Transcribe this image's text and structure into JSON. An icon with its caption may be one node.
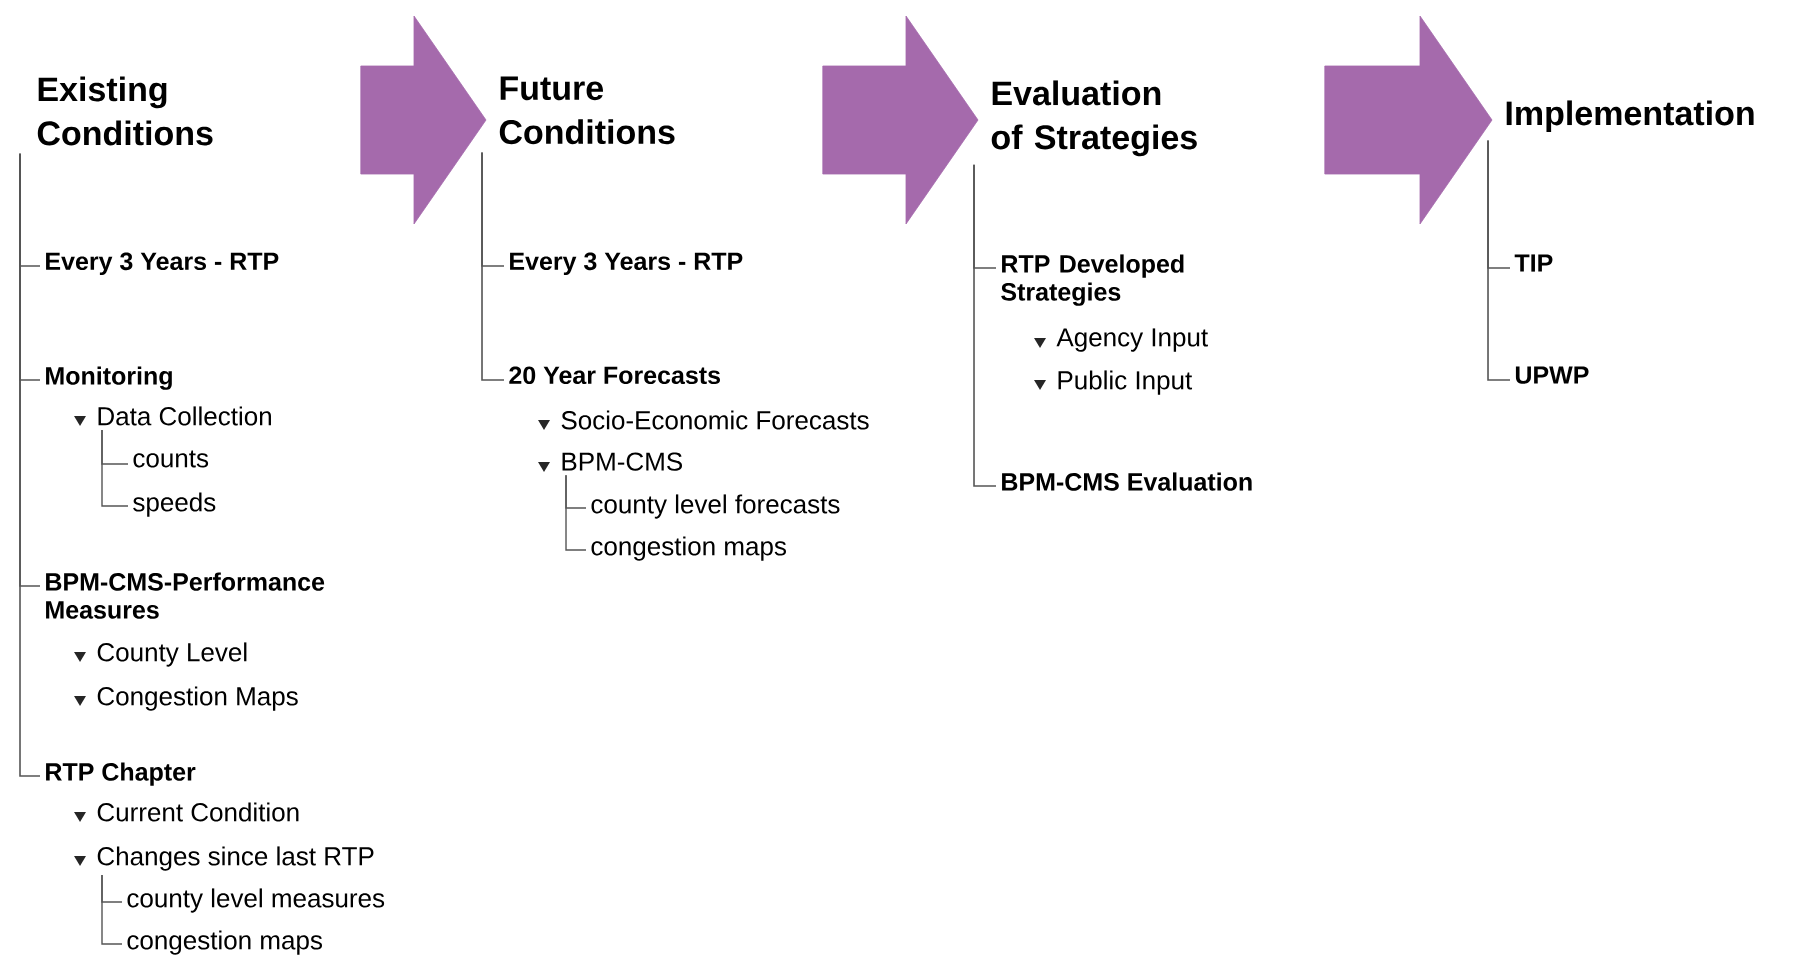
{
  "diagram": {
    "nodes": [
      {
        "text": [
          "Existing Conditions"
        ]
      },
      {
        "text": [
          "Every 3 Years - RTP"
        ]
      },
      {
        "text": [
          "Monitoring"
        ]
      },
      {
        "text": [
          "Data Collection"
        ]
      },
      {
        "text": [
          "counts"
        ]
      },
      {
        "text": [
          "speeds"
        ]
      },
      {
        "text": [
          "BPM-CMS-Performance Measures"
        ]
      },
      {
        "text": [
          "RTP Chapter"
        ]
      },
      {
        "text": [
          "Changes since last RTP"
        ]
      },
      {
        "text": [
          "county level measures"
        ]
      },
      {
        "text": [
          "congestion maps"
        ]
      },
      {
        "text": [
          "Future Conditions"
        ]
      },
      {
        "text": [
          "Every 3 Years - RTP"
        ]
      },
      {
        "text": [
          "20 Year Forecasts"
        ]
      },
      {
        "text": [
          "BPM-CMS"
        ]
      },
      {
        "text": [
          "county level forecasts"
        ]
      },
      {
        "text": [
          "congestion maps"
        ]
      },
      {
        "text": [
          "Evaluation of Strategies"
        ]
      },
      {
        "text": [
          "RTP Developed Strategies"
        ]
      },
      {
        "text": [
          "BPM-CMS Evaluation"
        ]
      },
      {
        "text": [
          "Implementation"
        ]
      },
      {
        "text": [
          "TIP"
        ]
      },
      {
        "text": [
          "UPWP"
        ]
      }
    ],
    "edges": [
      {
        "from": 0,
        "to": 11,
        "arrow": "to",
        "style": "thick",
        "color": "#7e2a88"
      },
      {
        "from": 11,
        "to": 17,
        "arrow": "to",
        "style": "thick",
        "color": "#7e2a88"
      },
      {
        "from": 17,
        "to": 20,
        "arrow": "to",
        "style": "thick",
        "color": "#7e2a88"
      },
      {
        "from": 0,
        "to": 1,
        "arrow": "none"
      },
      {
        "from": 0,
        "to": 2,
        "arrow": "none"
      },
      {
        "from": 0,
        "to": 6,
        "arrow": "none"
      },
      {
        "from": 0,
        "to": 7,
        "arrow": "none"
      },
      {
        "from": 3,
        "to": 4,
        "arrow": "none"
      },
      {
        "from": 3,
        "to": 5,
        "arrow": "none"
      },
      {
        "from": 8,
        "to": 9,
        "arrow": "none"
      },
      {
        "from": 8,
        "to": 10,
        "arrow": "none"
      },
      {
        "from": 11,
        "to": 12,
        "arrow": "none"
      },
      {
        "from": 11,
        "to": 13,
        "arrow": "none"
      },
      {
        "from": 14,
        "to": 15,
        "arrow": "none"
      },
      {
        "from": 14,
        "to": 16,
        "arrow": "none"
      },
      {
        "from": 17,
        "to": 18,
        "arrow": "none"
      },
      {
        "from": 17,
        "to": 19,
        "arrow": "none"
      },
      {
        "from": 20,
        "to": 21,
        "arrow": "none"
      },
      {
        "from": 20,
        "to": 22,
        "arrow": "none"
      }
    ],
    "labels": [
      "County Level",
      "Congestion Maps",
      "Current Condition",
      "Socio-Economic Forecasts",
      "Agency Input",
      "Public Input"
    ]
  }
}
